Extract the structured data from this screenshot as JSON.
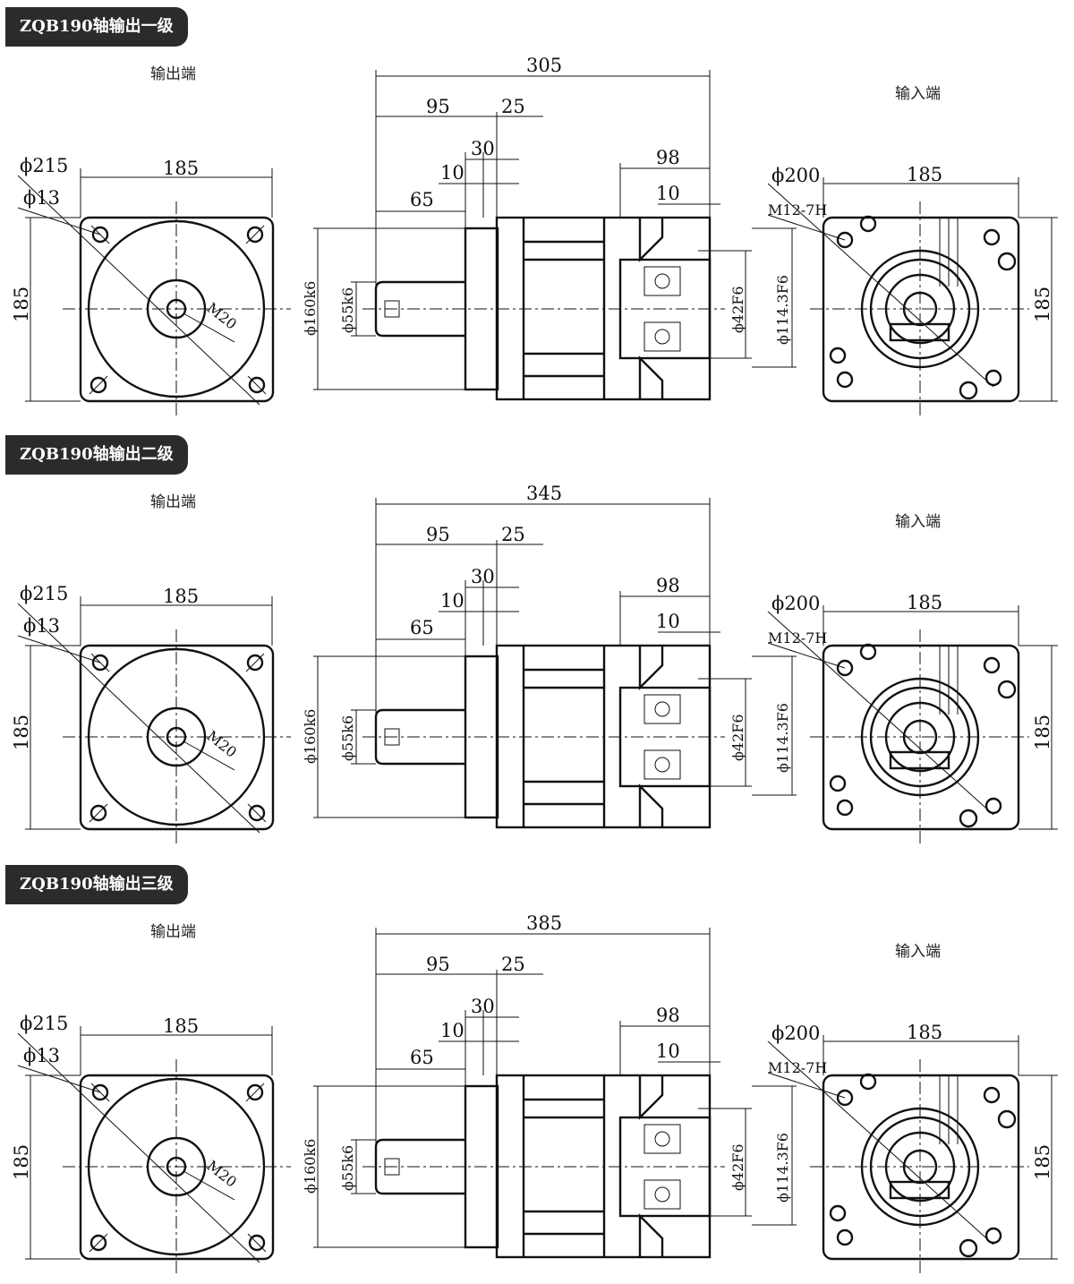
{
  "sections": [
    {
      "title": "ZQB190轴输出一级",
      "output_label": "输出端",
      "input_label": "输入端",
      "total_length": "305"
    },
    {
      "title": "ZQB190轴输出二级",
      "output_label": "输出端",
      "input_label": "输入端",
      "total_length": "345"
    },
    {
      "title": "ZQB190轴输出三级",
      "output_label": "输出端",
      "input_label": "输入端",
      "total_length": "385"
    }
  ],
  "dims": {
    "flange_width": "185",
    "flange_height": "185",
    "pcd_output": "ϕ215",
    "hole_output": "ϕ13",
    "center_thread": "M20",
    "d95": "95",
    "d25": "25",
    "d30": "30",
    "d10a": "10",
    "d65": "65",
    "d98": "98",
    "d10b": "10",
    "pilot": "ϕ160k6",
    "shaft": "ϕ55k6",
    "bore": "ϕ42F6",
    "input_pilot": "ϕ114.3F6",
    "pcd_input": "ϕ200",
    "input_thread": "M12-7H",
    "input_width": "185",
    "input_height": "185"
  }
}
